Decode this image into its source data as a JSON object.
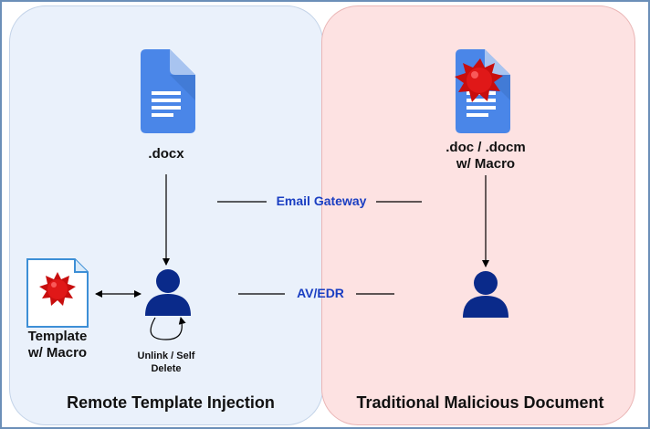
{
  "labels": {
    "docx": ".docx",
    "docm_line1": ".doc / .docm",
    "docm_line2": "w/ Macro",
    "template_line1": "Template",
    "template_line2": "w/ Macro",
    "unlink_line1": "Unlink / Self",
    "unlink_line2": "Delete",
    "email_gateway": "Email Gateway",
    "av_edr": "AV/EDR",
    "left_title": "Remote Template Injection",
    "right_title": "Traditional Malicious Document"
  },
  "icons": {
    "doc": "google-docs-icon",
    "malware": "virus-icon",
    "user": "user-icon",
    "template": "template-file-icon"
  },
  "colors": {
    "left_panel": "#eaf1fb",
    "right_panel": "#fde2e2",
    "doc_blue": "#4a86e8",
    "doc_fold": "#a8c4f0",
    "user_navy": "#0a2a8a",
    "virus_red": "#d01010",
    "accent_label": "#1a3ec2"
  }
}
